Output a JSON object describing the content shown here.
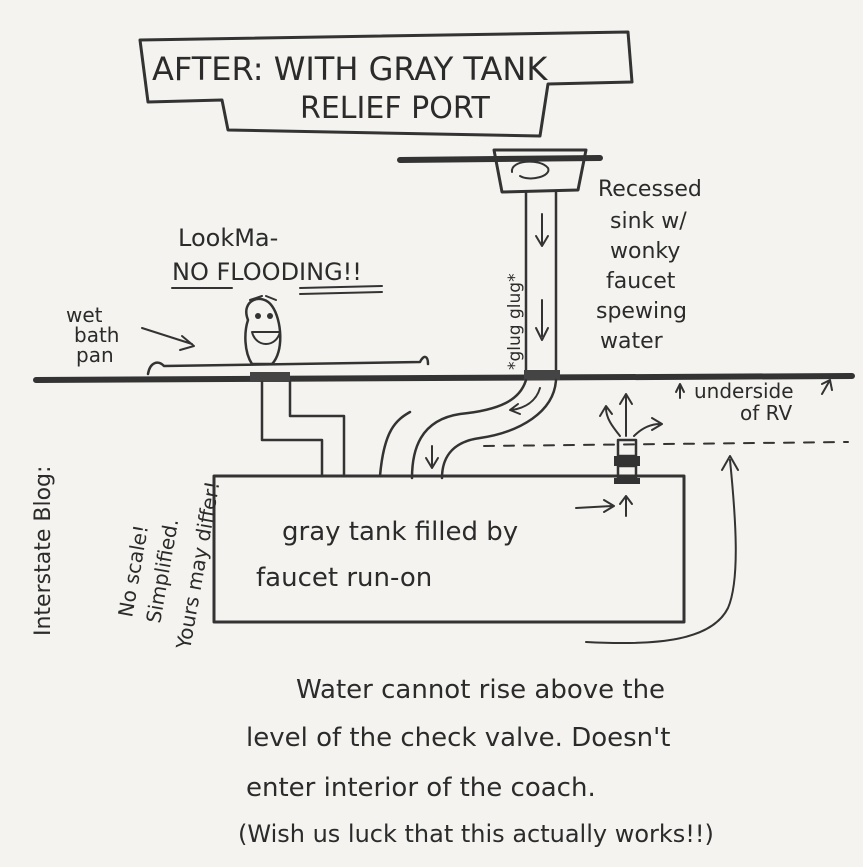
{
  "title": {
    "line1": "AFTER: WITH GRAY TANK",
    "line2": "RELIEF PORT"
  },
  "labels": {
    "sink": [
      "Recessed",
      "sink w/",
      "wonky",
      "faucet",
      "spewing",
      "water"
    ],
    "glug": "*glug glug*",
    "lookma_1": "LookMa-",
    "lookma_2": "NO FLOODING!!",
    "wet_bath": [
      "wet",
      "bath",
      "pan"
    ],
    "underside": [
      "underside",
      "of RV"
    ],
    "tank": [
      "gray tank filled by",
      "faucet run-on"
    ],
    "blog": "Interstate Blog:",
    "scale": [
      "No scale!",
      "Simplified.",
      "Yours may differ!"
    ],
    "bottom": [
      "Water cannot rise above the",
      "level of the check valve. Doesn't",
      "enter interior of the coach.",
      "(Wish us luck that this actually works!!)"
    ]
  },
  "colors": {
    "ink": "#2b2b2b",
    "paper": "#f4f3ef",
    "pencil": "#555555"
  }
}
